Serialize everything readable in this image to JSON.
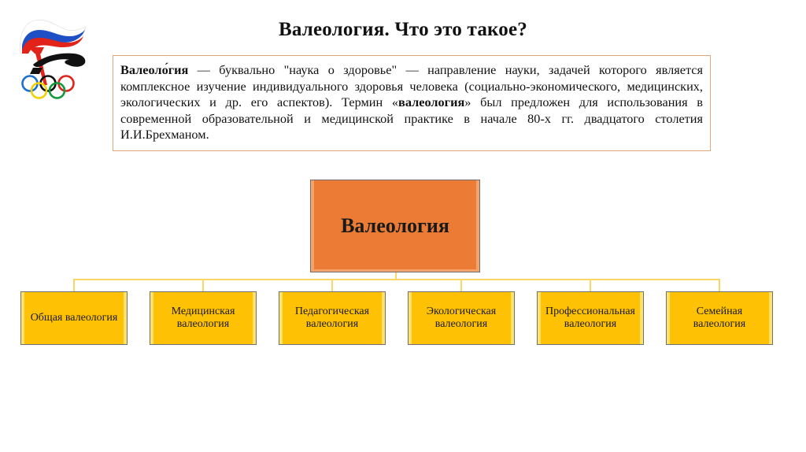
{
  "logo": {
    "icon": "olympic-torch-logo-icon",
    "colors": {
      "white": "#ffffff",
      "blue": "#1a4fc8",
      "red": "#e2231a",
      "black": "#111111",
      "ring_blue": "#1c6fd1",
      "ring_yellow": "#f2d100",
      "ring_black": "#111111",
      "ring_green": "#129a3c",
      "ring_red": "#e2231a"
    }
  },
  "header": {
    "title": "Валеология. Что это такое?"
  },
  "definition": {
    "term": "Валеоло́гия",
    "text_part1": " — буквально \"наука о здоровье\" — направление науки, задачей которого является комплексное изучение индивидуального здоровья человека (социально-экономического, медицинских, экологических и др. его аспектов). Термин «",
    "term_bold": "валеология",
    "text_part2": "» был предложен для использования в современной образовательной и медицинской практике в начале 80-х гг. двадцатого столетия И.И.Брехманом.",
    "border_color": "#e3a677"
  },
  "diagram": {
    "root": {
      "label": "Валеология",
      "color": "#ec7c35"
    },
    "connector_color": "#fbd665",
    "children": [
      {
        "label": "Общая валеология",
        "color": "#fec104"
      },
      {
        "label": "Медицинская валеология",
        "color": "#fec104"
      },
      {
        "label": "Педагогическая валеология",
        "color": "#fec104"
      },
      {
        "label": "Экологическая валеология",
        "color": "#fec104"
      },
      {
        "label": "Профессиональная валеология",
        "color": "#fec104"
      },
      {
        "label": "Семейная валеология",
        "color": "#fec104"
      }
    ]
  }
}
